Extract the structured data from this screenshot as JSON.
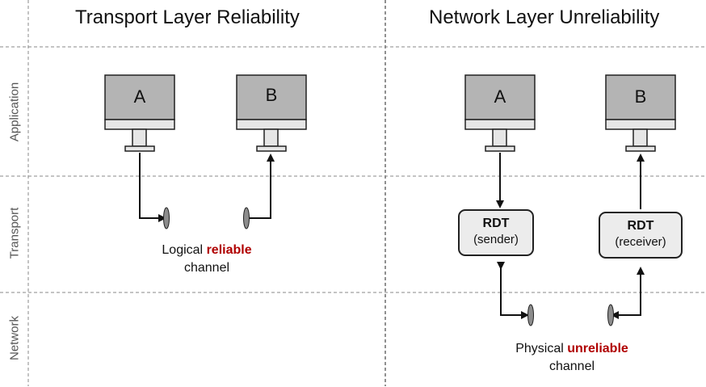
{
  "left_panel": {
    "title": "Transport Layer Reliability",
    "host_a_label": "A",
    "host_b_label": "B",
    "caption": {
      "prefix": "Logical ",
      "highlight": "reliable",
      "suffix": "channel"
    }
  },
  "right_panel": {
    "title": "Network Layer Unreliability",
    "host_a_label": "A",
    "host_b_label": "B",
    "sender": {
      "title": "RDT",
      "subtitle": "(sender)"
    },
    "receiver": {
      "title": "RDT",
      "subtitle": "(receiver)"
    },
    "caption": {
      "prefix": "Physical ",
      "highlight": "unreliable",
      "suffix": "channel"
    }
  },
  "layers": [
    "Application",
    "Transport",
    "Network"
  ],
  "colors": {
    "computer_fill": "#b4b4b4",
    "base_fill": "#e6e6e6",
    "rdt_fill": "#ececec",
    "pipe_fill": "#8c8c8c",
    "highlight": "#b00000",
    "divider": "#8a8a8a"
  }
}
